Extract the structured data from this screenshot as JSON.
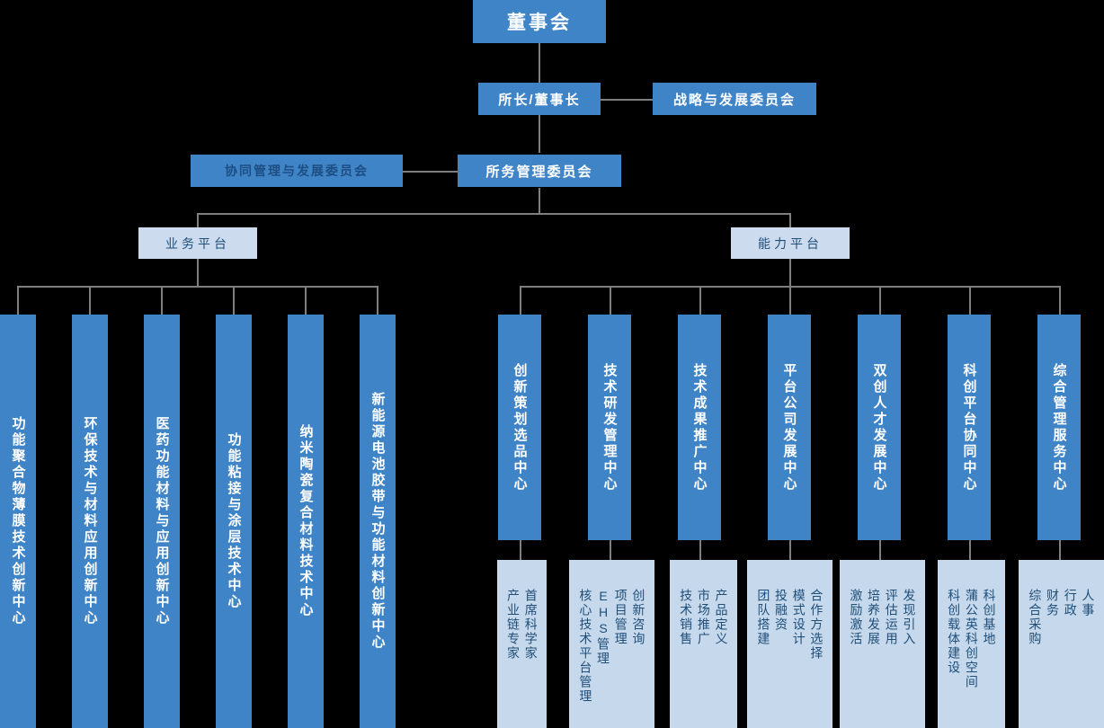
{
  "colors": {
    "primary_blue": "#4084c8",
    "light_blue": "#c6d9ec",
    "line_gray": "#7f7f7f",
    "dark_text": "#1f4e79",
    "background": "#000000"
  },
  "top": {
    "board": "董事会",
    "director": "所长/董事长",
    "strategy_committee": "战略与发展委员会",
    "affairs_committee": "所务管理委员会",
    "collab_committee": "协同管理与发展委员会"
  },
  "platforms": {
    "business": "业务平台",
    "capability": "能力平台"
  },
  "business_units": [
    {
      "label": "功能聚合物薄膜技术创新中心"
    },
    {
      "label": "环保技术与材料应用创新中心"
    },
    {
      "label": "医药功能材料与应用创新中心"
    },
    {
      "label": "功能粘接与涂层技术中心"
    },
    {
      "label": "纳米陶瓷复合材料技术中心"
    },
    {
      "label": "新能源电池胶带与功能材料创新中心"
    }
  ],
  "capability_units": [
    {
      "label": "创新策划选品中心",
      "subs": [
        "首席科学家",
        "产业链专家"
      ]
    },
    {
      "label": "技术研发管理中心",
      "subs": [
        "创新咨询",
        "项目管理",
        "EHS管理",
        "核心技术平台管理"
      ]
    },
    {
      "label": "技术成果推广中心",
      "subs": [
        "产品定义",
        "市场推广",
        "技术销售"
      ]
    },
    {
      "label": "平台公司发展中心",
      "subs": [
        "合作方选择",
        "模式设计",
        "投融资",
        "团队搭建"
      ]
    },
    {
      "label": "双创人才发展中心",
      "subs": [
        "发现引入",
        "评估运用",
        "培养发展",
        "激励激活"
      ]
    },
    {
      "label": "科创平台协同中心",
      "subs": [
        "科创基地",
        "蒲公英科创空间",
        "科创载体建设"
      ]
    },
    {
      "label": "综合管理服务中心",
      "subs": [
        "人事",
        "行政",
        "财务",
        "综合采购"
      ]
    }
  ]
}
